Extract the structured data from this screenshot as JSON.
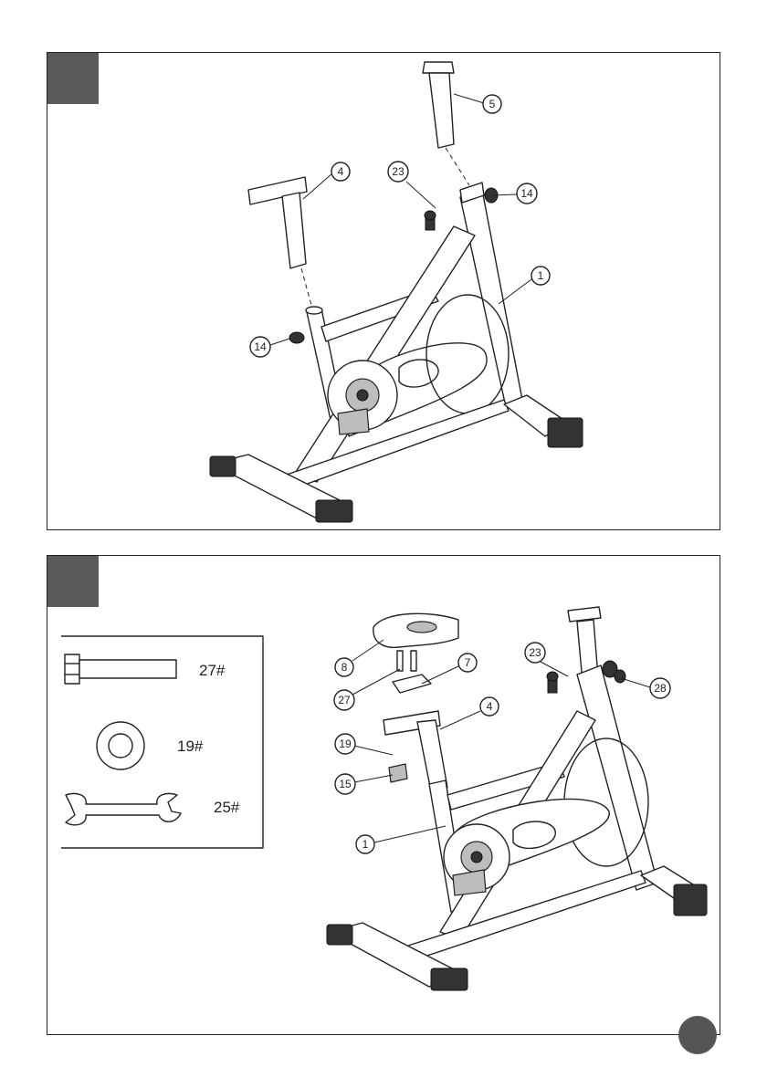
{
  "steps": [
    {
      "callouts": [
        "5",
        "4",
        "23",
        "14",
        "1",
        "14"
      ]
    },
    {
      "callouts": [
        "8",
        "7",
        "27",
        "23",
        "28",
        "4",
        "19",
        "15",
        "1"
      ],
      "hardware": [
        {
          "icon": "bolt-icon",
          "label": "27#"
        },
        {
          "icon": "washer-icon",
          "label": "19#"
        },
        {
          "icon": "wrench-icon",
          "label": "25#"
        }
      ]
    }
  ],
  "colors": {
    "step_box": "#5a5a5a",
    "page_dot": "#555555",
    "line": "#222222"
  }
}
